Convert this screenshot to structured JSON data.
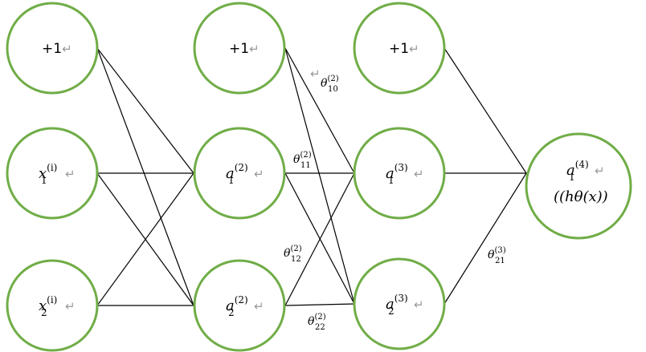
{
  "colors": {
    "node_stroke": "#70AD47",
    "edge": "#000000",
    "return_mark": "#9a9a9a"
  },
  "return_mark": "↵",
  "nodes": {
    "bias_1": {
      "text": "+1"
    },
    "bias_2": {
      "text": "+1"
    },
    "bias_3": {
      "text": "+1"
    },
    "x1": {
      "base": "x",
      "sub": "1",
      "sup": "(i)"
    },
    "x2": {
      "base": "x",
      "sub": "2",
      "sup": "(i)"
    },
    "a1_2": {
      "base": "a",
      "sub": "1",
      "sup": "(2)"
    },
    "a2_2": {
      "base": "a",
      "sub": "2",
      "sup": "(2)"
    },
    "a1_3": {
      "base": "a",
      "sub": "1",
      "sup": "(3)"
    },
    "a2_3": {
      "base": "a",
      "sub": "2",
      "sup": "(3)"
    },
    "a1_4": {
      "base": "a",
      "sub": "1",
      "sup": "(4)",
      "line2": "((hθ(x))"
    }
  },
  "weights": {
    "theta10_2": {
      "sym": "θ",
      "sup": "(2)",
      "sub": "10"
    },
    "theta11_2": {
      "sym": "θ",
      "sup": "(2)",
      "sub": "11"
    },
    "theta12_2": {
      "sym": "θ",
      "sup": "(2)",
      "sub": "12"
    },
    "theta22_2": {
      "sym": "θ",
      "sup": "(2)",
      "sub": "22"
    },
    "theta21_3": {
      "sym": "θ",
      "sup": "(3)",
      "sub": "21"
    }
  }
}
